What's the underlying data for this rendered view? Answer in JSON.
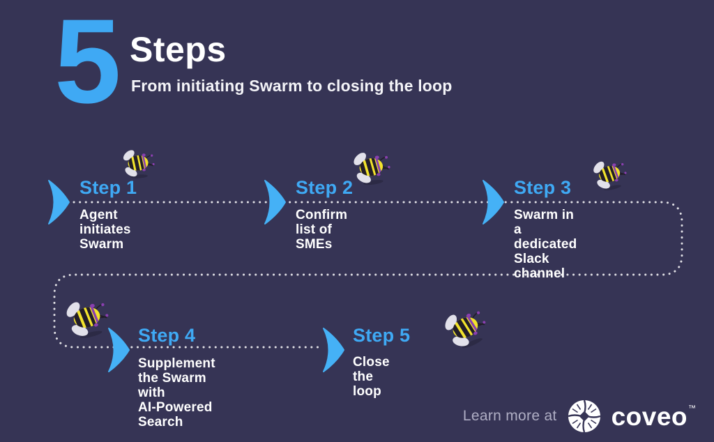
{
  "colors": {
    "background": "#363455",
    "accent_blue": "#3FA9F4",
    "chevron_blue": "#45B1F6",
    "text_white": "#FFFFFF",
    "muted_footer_text": "#AFAEC4",
    "dotted_line": "#FFFFFF",
    "bee_yellow": "#F2E32C",
    "bee_black": "#221D28",
    "bee_purple": "#8A3FB0",
    "bee_wing": "#E2E1EA"
  },
  "header": {
    "big_number": "5",
    "title": "Steps",
    "subtitle": "From initiating Swarm to closing the loop"
  },
  "steps": [
    {
      "label": "Step 1",
      "description": "Agent initiates Swarm"
    },
    {
      "label": "Step 2",
      "description": "Confirm list of SMEs"
    },
    {
      "label": "Step 3",
      "description": "Swarm in a dedicated\nSlack channel"
    },
    {
      "label": "Step 4",
      "description": "Supplement\nthe Swarm with\nAI-Powered Search"
    },
    {
      "label": "Step 5",
      "description": "Close the loop"
    }
  ],
  "footer": {
    "learn_more_label": "Learn more at",
    "brand_name": "coveo",
    "trademark_symbol": "™"
  },
  "icons": {
    "bee": "bumblebee illustration (yellow/black striped body, purple accents, grey wings)",
    "chevron": "blue right-pointing concave arrow",
    "coveo_mark": "white pinwheel circle logo"
  }
}
